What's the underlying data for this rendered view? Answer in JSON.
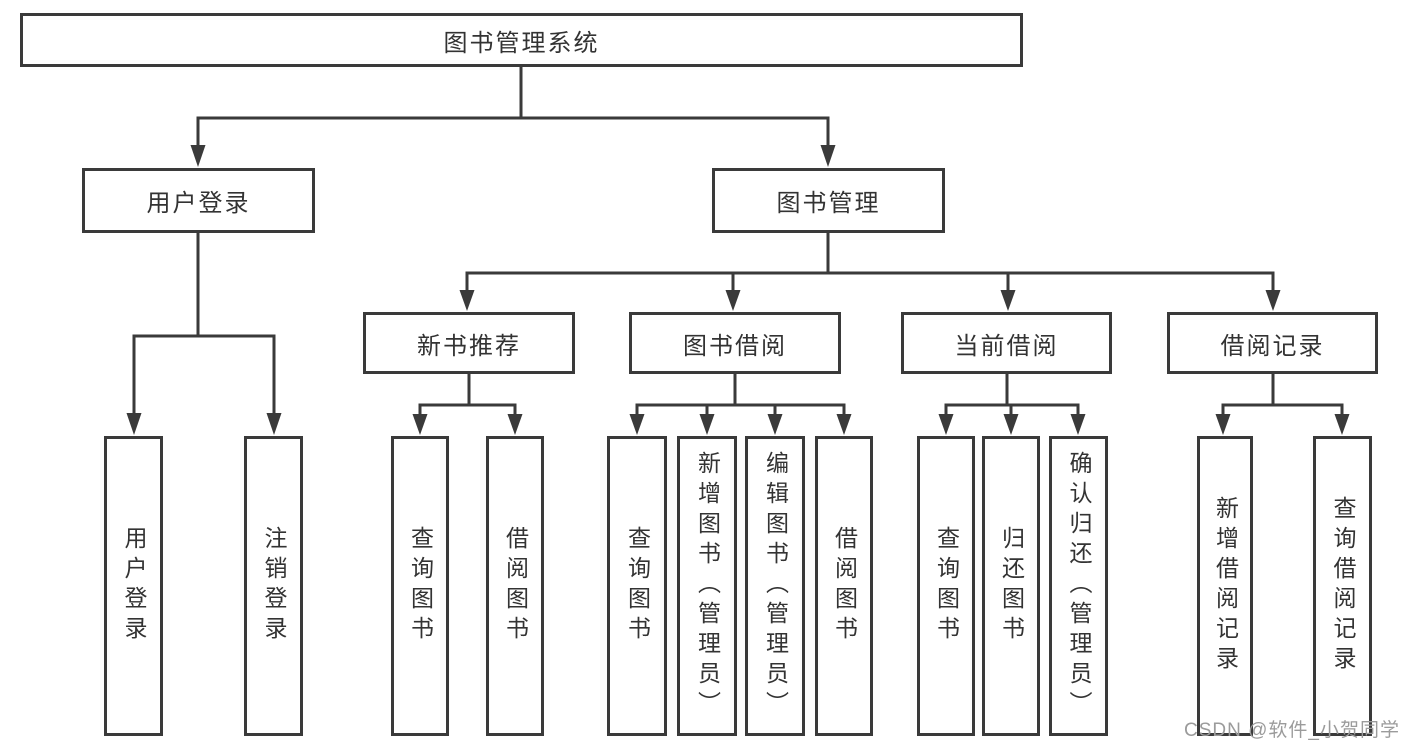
{
  "diagram_title": "图书管理系统",
  "nodes": {
    "root": "图书管理系统",
    "user_login": "用户登录",
    "book_mgmt": "图书管理",
    "new_book_rec": "新书推荐",
    "book_borrow": "图书借阅",
    "current_borrow": "当前借阅",
    "borrow_record": "借阅记录",
    "ul_user_login": "用户登录",
    "ul_logout": "注销登录",
    "nb_query_book": "查询图书",
    "nb_borrow_book": "借阅图书",
    "bb_query_book": "查询图书",
    "bb_add_book": "新增图书（管理员）",
    "bb_edit_book": "编辑图书（管理员）",
    "bb_borrow_book": "借阅图书",
    "cb_query_book": "查询图书",
    "cb_return_book": "归还图书",
    "cb_confirm_return": "确认归还（管理员）",
    "br_add_record": "新增借阅记录",
    "br_query_record": "查询借阅记录"
  },
  "hierarchy": {
    "label": "图书管理系统",
    "children": [
      {
        "label": "用户登录",
        "children": [
          {
            "label": "用户登录"
          },
          {
            "label": "注销登录"
          }
        ]
      },
      {
        "label": "图书管理",
        "children": [
          {
            "label": "新书推荐",
            "children": [
              {
                "label": "查询图书"
              },
              {
                "label": "借阅图书"
              }
            ]
          },
          {
            "label": "图书借阅",
            "children": [
              {
                "label": "查询图书"
              },
              {
                "label": "新增图书（管理员）"
              },
              {
                "label": "编辑图书（管理员）"
              },
              {
                "label": "借阅图书"
              }
            ]
          },
          {
            "label": "当前借阅",
            "children": [
              {
                "label": "查询图书"
              },
              {
                "label": "归还图书"
              },
              {
                "label": "确认归还（管理员）"
              }
            ]
          },
          {
            "label": "借阅记录",
            "children": [
              {
                "label": "新增借阅记录"
              },
              {
                "label": "查询借阅记录"
              }
            ]
          }
        ]
      }
    ]
  },
  "watermark": "CSDN @软件_小贺同学",
  "colors": {
    "line": "#3a3a3a",
    "text": "#333333",
    "watermark": "#9b9b9b",
    "background": "#ffffff"
  }
}
